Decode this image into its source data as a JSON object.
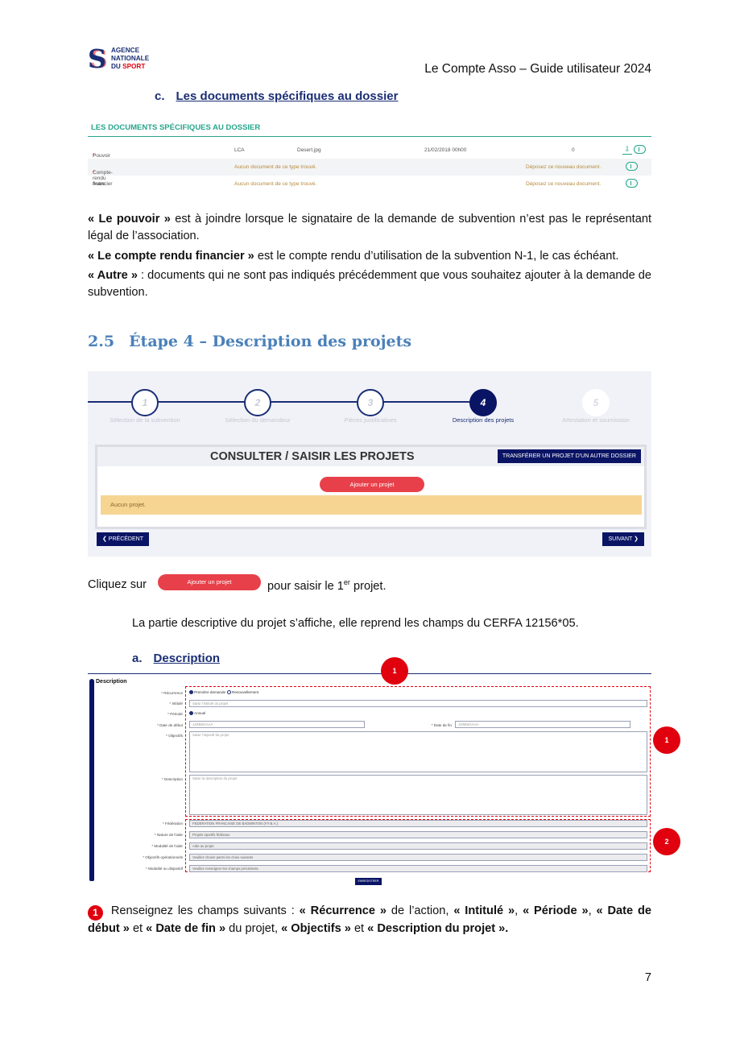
{
  "logo": {
    "line1": "AGENCE",
    "line2": "NATIONALE",
    "line3a": "DU ",
    "line3b": "SPORT"
  },
  "header": {
    "doc_title": "Le Compte Asso – Guide utilisateur 2024"
  },
  "section_c": {
    "number": "c.",
    "title": "Les documents spécifiques au dossier"
  },
  "docs_table": {
    "heading": "LES DOCUMENTS SPÉCIFIQUES AU DOSSIER",
    "rows": [
      {
        "label": "Pouvoir ",
        "required": "*",
        "col2": "LCA",
        "file": "Desert.jpg",
        "date": "21/02/2018 00h00",
        "count": "0"
      },
      {
        "label": "Compte-rendu financier ",
        "required": "*",
        "col2": "Aucun document de ce type trouvé.",
        "action": "Déposez ce nouveau document."
      },
      {
        "label": "Autre",
        "col2": "Aucun document de ce type trouvé.",
        "action": "Déposez ce nouveau document."
      }
    ]
  },
  "paragraphs": {
    "p1_bold": "« Le pouvoir »",
    "p1_rest": " est à joindre lorsque le signataire de la demande de subvention n’est pas le représentant légal de l’association.",
    "p2_bold": "« Le compte rendu financier »",
    "p2_rest": " est le compte rendu d’utilisation de la subvention N-1, le cas échéant.",
    "p3_bold": "« Autre »",
    "p3_rest": " : documents qui ne sont pas indiqués précédemment que vous souhaitez ajouter à la demande de subvention."
  },
  "heading_25": {
    "number": "2.5",
    "title": "Étape 4 – Description des projets"
  },
  "stepper": {
    "steps": [
      {
        "num": "1",
        "label": "Sélection de la subvention"
      },
      {
        "num": "2",
        "label": "Sélection du demandeur"
      },
      {
        "num": "3",
        "label": "Pièces justificatives"
      },
      {
        "num": "4",
        "label": "Description des projets"
      },
      {
        "num": "5",
        "label": "Attestation et soumission"
      }
    ],
    "active_step": 4,
    "panel_title": "CONSULTER / SAISIR LES PROJETS",
    "transfer_button": "TRANSFÉRER UN PROJET D'UN AUTRE DOSSIER",
    "add_button": "Ajouter un projet",
    "empty_message": "Aucun projet.",
    "prev_button": "❮ PRÉCÉDENT",
    "next_button": "SUIVANT ❯"
  },
  "click_line": {
    "before": "Cliquez sur",
    "button": "Ajouter un projet",
    "after_a": "pour saisir le 1",
    "after_sup": "er",
    "after_b": " projet."
  },
  "partie_line": "La partie descriptive du projet s’affiche, elle reprend les champs du CERFA 12156*05.",
  "section_a": {
    "number": "a.",
    "title": "Description"
  },
  "form": {
    "section_label": "Description",
    "recurrence_label": "* Récurrence",
    "recurrence_opt1": "Première demande",
    "recurrence_opt2": "Renouvellement",
    "intitule_label": "* Intitulé",
    "intitule_placeholder": "Saisir l'intitulé du projet",
    "periode_label": "* Période",
    "periode_opt": "Annuel",
    "date_debut_label": "* Date de début",
    "date_placeholder": "JJ/MM/AAAA",
    "date_fin_label": "* Date de fin",
    "objectifs_label": "* Objectifs",
    "objectifs_placeholder": "Saisir l'objectif du projet",
    "description_label": "* Description",
    "description_placeholder": "Saisir la description du projet",
    "federation_label": "* Fédération",
    "federation_value": "FEDERATION FRANCAISE DE BADMINTON (F.F.B.A.)",
    "nature_label": "* Nature de l'aide",
    "nature_value": "Projets sportifs fédéraux",
    "modalite_label": "* Modalité de l'aide",
    "modalite_value": "Aide au projet",
    "objectifs_op_label": "* Objectifs opérationnels",
    "objectifs_op_value": "Veuillez choisir parmi les choix suivants",
    "dispositif_label": "* Modalité ou dispositif",
    "dispositif_value": "Veuillez renseigner les champs précédents",
    "save_button": "ENREGISTRER",
    "badge_1": "1",
    "badge_2": "2"
  },
  "final_paragraph": {
    "num": "1",
    "t1": " Renseignez les champs suivants : ",
    "b1": "« Récurrence »",
    "t2": " de l’action, ",
    "b2": "« Intitulé »",
    "t3": ", ",
    "b3": "« Période »",
    "t4": ", ",
    "b4": "« Date de début »",
    "t5": " et ",
    "b5": "« Date de fin »",
    "t6": " du projet, ",
    "b6": "« Objectifs »",
    "t7": " et ",
    "b7": "« Description du projet »."
  },
  "page_number": "7",
  "colors": {
    "navy": "#0a1464",
    "brand_red": "#e1000f",
    "teal": "#27a58c",
    "heading_blue": "#4a80b9"
  }
}
